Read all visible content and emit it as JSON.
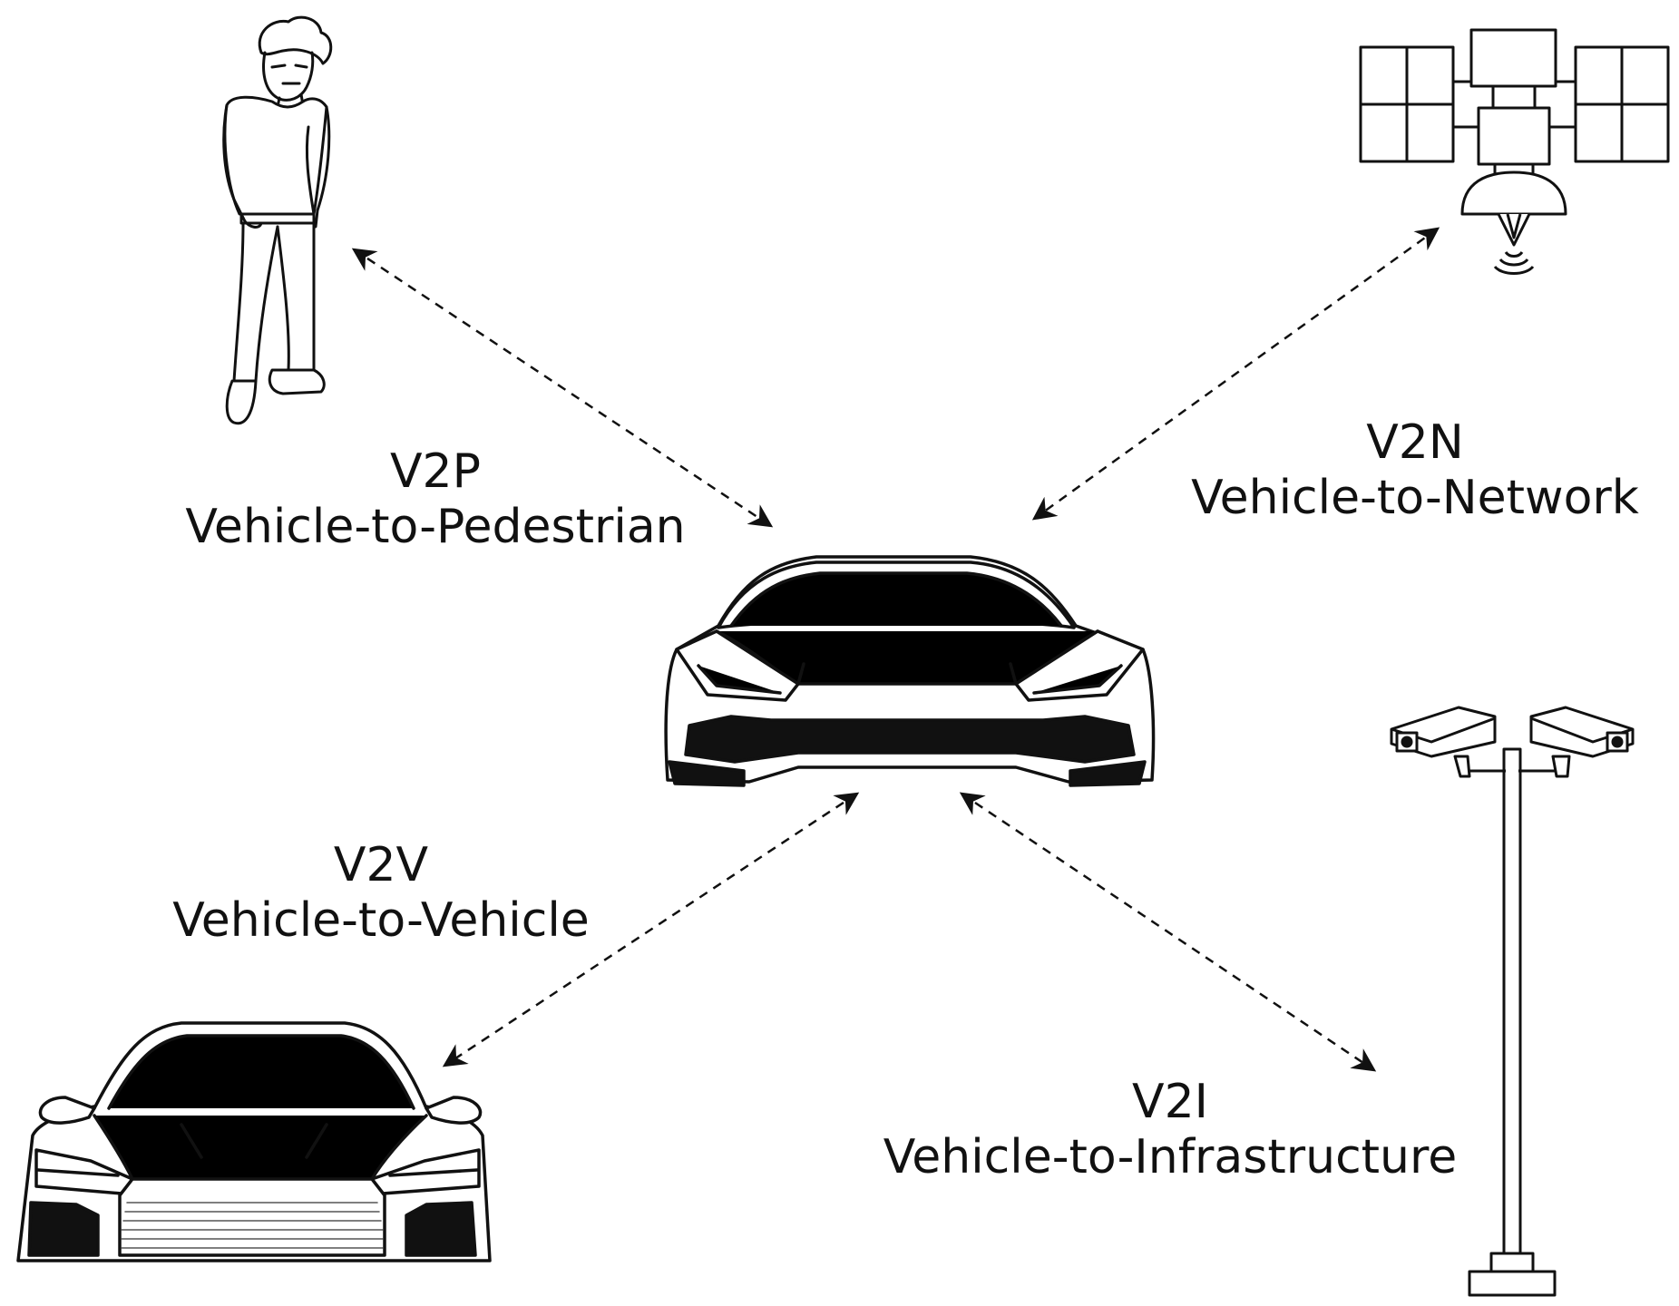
{
  "labels": {
    "v2p": {
      "code": "V2P",
      "name": "Vehicle-to-Pedestrian"
    },
    "v2n": {
      "code": "V2N",
      "name": "Vehicle-to-Network"
    },
    "v2v": {
      "code": "V2V",
      "name": "Vehicle-to-Vehicle"
    },
    "v2i": {
      "code": "V2I",
      "name": "Vehicle-to-Infrastructure"
    }
  },
  "nodes": {
    "center": "vehicle-center-icon",
    "pedestrian": "pedestrian-icon",
    "network": "satellite-icon",
    "vehicle": "vehicle-icon",
    "infrastructure": "camera-pole-icon"
  },
  "colors": {
    "line": "#111111",
    "background": "#ffffff"
  }
}
